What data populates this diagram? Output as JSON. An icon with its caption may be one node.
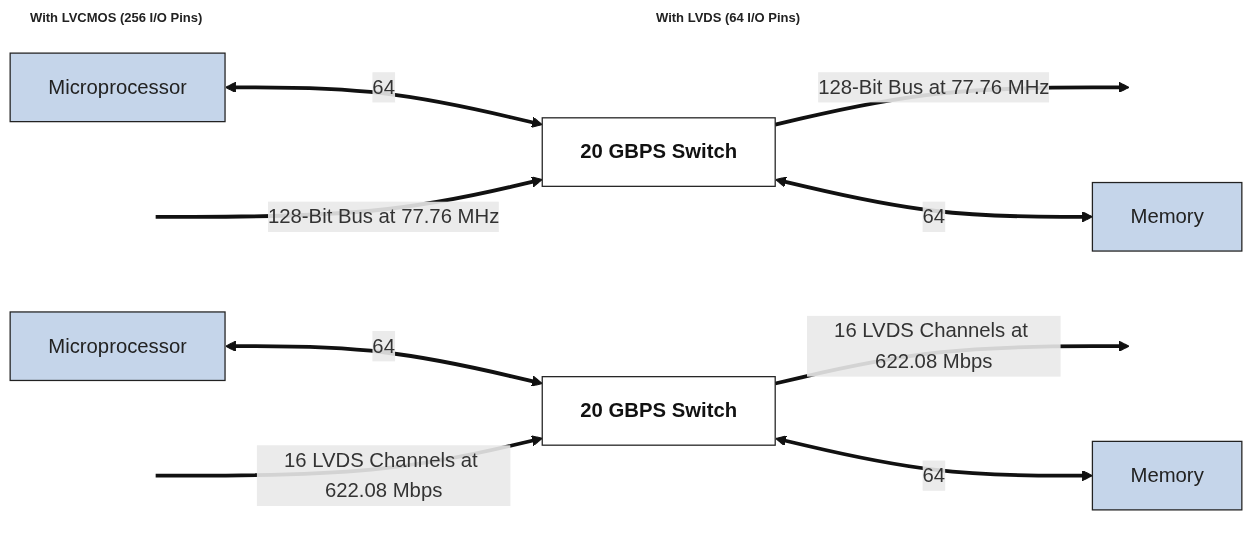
{
  "diagram": {
    "nodes": [
      {
        "text": [
          "Microprocessor"
        ]
      },
      {
        "text": [
          "20 GBPS Switch"
        ]
      },
      {
        "text": [
          "Memory"
        ]
      },
      {
        "text": [
          "Microprocessor"
        ]
      },
      {
        "text": [
          "20 GBPS Switch"
        ]
      },
      {
        "text": [
          "Memory"
        ]
      }
    ],
    "edges": [
      {
        "from": 0,
        "to": 1,
        "arrow": "both",
        "label": "64"
      },
      {
        "from": null,
        "to": 1,
        "arrow": "to",
        "label": "128-Bit Bus at 77.76 MHz"
      },
      {
        "from": 1,
        "to": null,
        "arrow": "to",
        "label": "128-Bit Bus at 77.76 MHz"
      },
      {
        "from": 1,
        "to": 2,
        "arrow": "both",
        "label": "64"
      },
      {
        "from": 3,
        "to": 4,
        "arrow": "both",
        "label": "64"
      },
      {
        "from": null,
        "to": 4,
        "arrow": "to",
        "label": "16 LVDS Channels at 622.08 Mbps"
      },
      {
        "from": 4,
        "to": null,
        "arrow": "to",
        "label": "16 LVDS Channels at 622.08 Mbps"
      },
      {
        "from": 4,
        "to": 5,
        "arrow": "both",
        "label": "64"
      }
    ],
    "labels": [
      "With LVCMOS (256 I/O Pins)",
      "With LVDS (64 I/O Pins)"
    ]
  }
}
